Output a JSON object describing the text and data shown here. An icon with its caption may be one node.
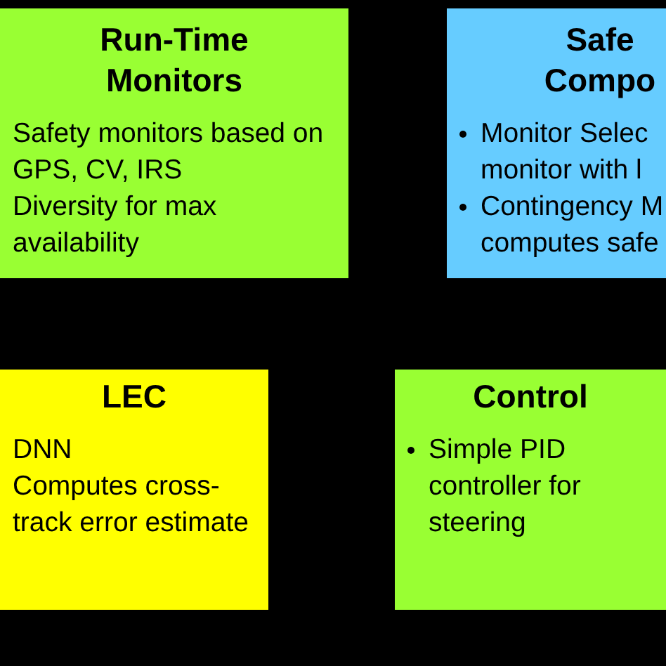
{
  "diagram": {
    "nodes": [
      {
        "text": [
          "Run-Time Monitors",
          "Safety monitors based on GPS, CV, IRS",
          "Diversity for max availability"
        ]
      },
      {
        "text": [
          "Safe Compo",
          "Monitor Selec monitor with l",
          "Contingency M computes safe"
        ]
      },
      {
        "text": [
          "LEC",
          "DNN",
          "Computes cross-track error estimate"
        ]
      },
      {
        "text": [
          "Control",
          "Simple PID controller for steering"
        ]
      }
    ]
  }
}
